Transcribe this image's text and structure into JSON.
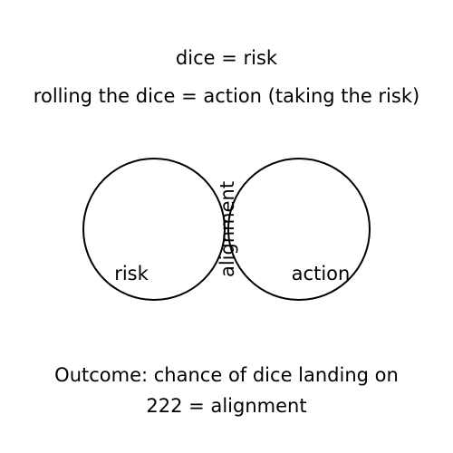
{
  "header": {
    "line1": "dice = risk",
    "line2": "rolling the dice = action (taking the risk)"
  },
  "venn": {
    "left_label": "risk",
    "right_label": "action",
    "overlap_label": "alignment",
    "stroke_color": "#000000"
  },
  "footer": {
    "line1": "Outcome: chance of dice landing on",
    "line2": "222 = alignment"
  }
}
